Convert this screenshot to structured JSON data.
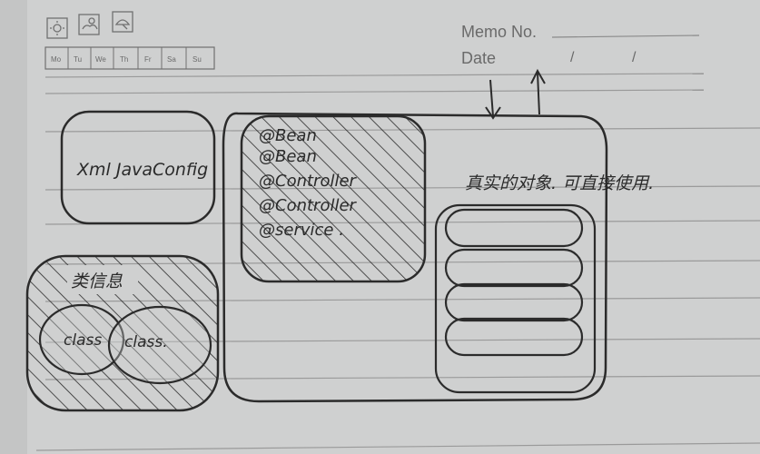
{
  "header": {
    "weather_icons": [
      "sun-icon",
      "partly-cloudy-icon",
      "umbrella-icon"
    ],
    "weekdays": [
      "Mo",
      "Tu",
      "We",
      "Th",
      "Fr",
      "Sa",
      "Su"
    ],
    "memo_label": "Memo No.",
    "date_label": "Date",
    "date_sep_1": "/",
    "date_sep_2": "/"
  },
  "sketch": {
    "config_box_text": "Xml JavaConfig",
    "metadata_label": "类信息",
    "class_1": "class",
    "class_2": "class.",
    "annotations": [
      "@Bean",
      "@Bean",
      "@Controller",
      "@Controller",
      "@service ."
    ],
    "instance_note": "真实的对象. 可直接使用."
  },
  "colors": {
    "paper": "#cfd0d0",
    "ink": "#2b2b2b",
    "print": "#6a6a6a",
    "rule": "#9a9a9a"
  }
}
